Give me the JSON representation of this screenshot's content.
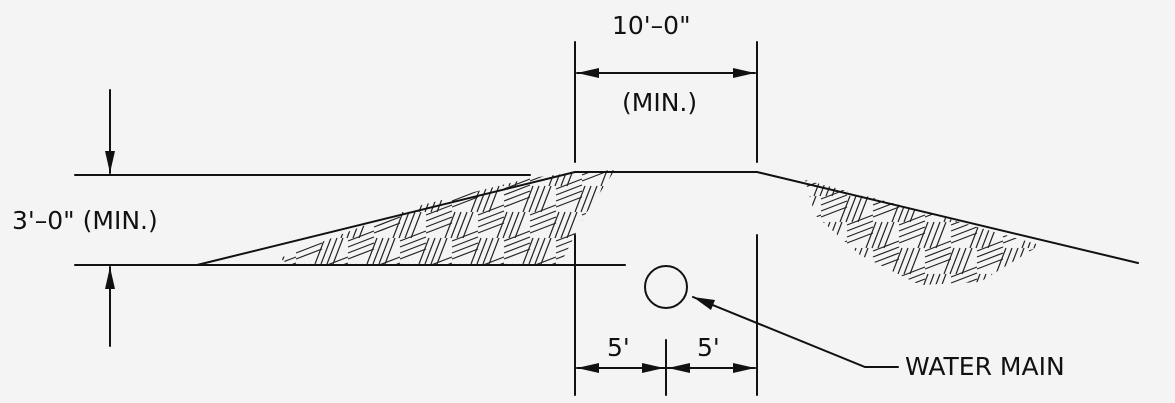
{
  "diagram": {
    "labels": {
      "top_width": "10'–0\"",
      "top_width_min": "(MIN.)",
      "cover_depth": "3'–0\"  (MIN.)",
      "left_offset": "5'",
      "right_offset": "5'",
      "pipe_label": "WATER MAIN"
    },
    "colors": {
      "line": "#111111",
      "background": "#f4f4f4"
    }
  }
}
